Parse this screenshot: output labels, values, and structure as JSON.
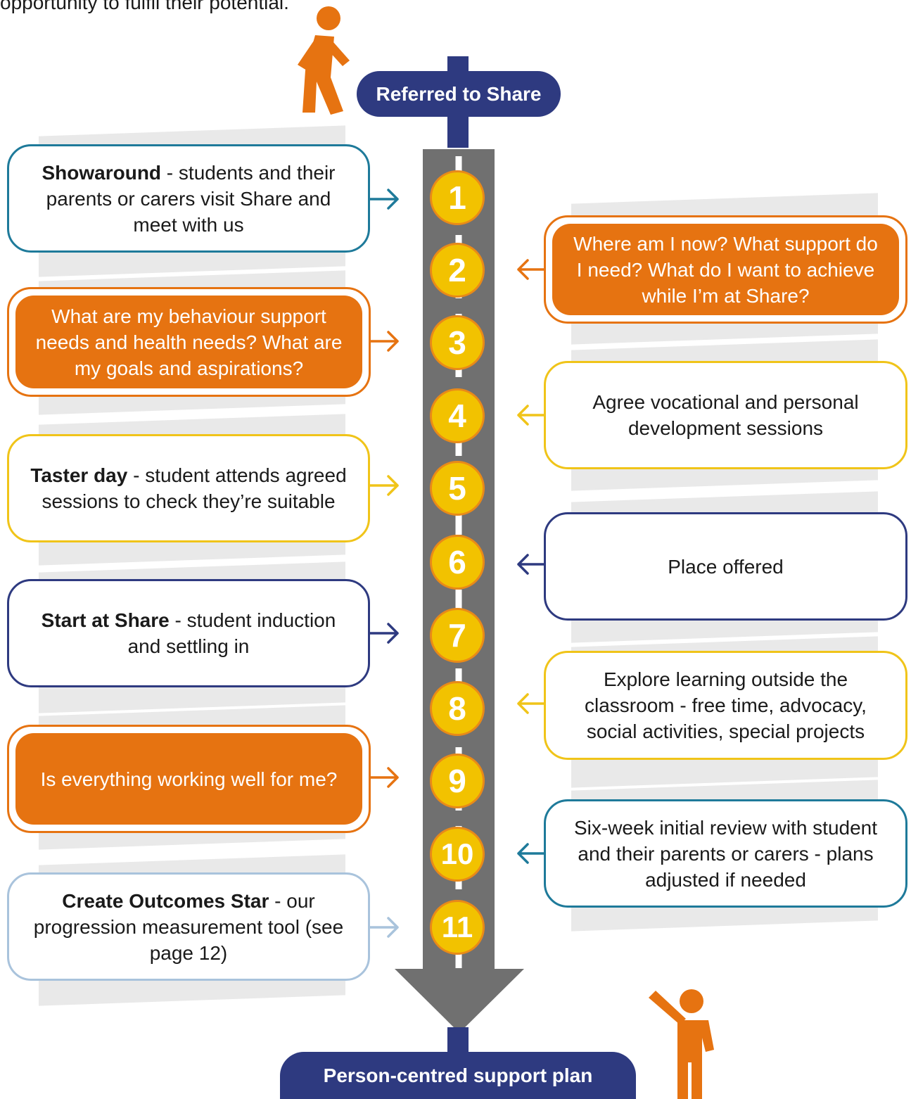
{
  "intro_text": "opportunity to fulfil their potential.",
  "start_label": "Referred to Share",
  "end_label": "Person-centred support plan",
  "steps": [
    {
      "number": "1",
      "bold": "Showaround",
      "text": " - students and their parents or carers visit Share and meet with us",
      "side": "left",
      "style": "outline",
      "color": "#1e7a9a"
    },
    {
      "number": "2",
      "bold": "",
      "text": "Where am I now? What support do I need? What do I want to achieve while I’m at Share?",
      "side": "right",
      "style": "filled",
      "color": "#e67311"
    },
    {
      "number": "3",
      "bold": "",
      "text": "What are my behaviour support needs and health needs? What are my goals and aspirations?",
      "side": "left",
      "style": "filled",
      "color": "#e67311"
    },
    {
      "number": "4",
      "bold": "",
      "text": "Agree vocational and personal development sessions",
      "side": "right",
      "style": "outline",
      "color": "#f0c419"
    },
    {
      "number": "5",
      "bold": "Taster day",
      "text": " - student attends agreed sessions to check they’re suitable",
      "side": "left",
      "style": "outline",
      "color": "#f0c419"
    },
    {
      "number": "6",
      "bold": "",
      "text": "Place offered",
      "side": "right",
      "style": "outline",
      "color": "#2e3a80"
    },
    {
      "number": "7",
      "bold": "Start at Share",
      "text": " - student induction and settling in",
      "side": "left",
      "style": "outline",
      "color": "#2e3a80"
    },
    {
      "number": "8",
      "bold": "",
      "text": "Explore learning outside the classroom - free time, advocacy, social activities, special projects",
      "side": "right",
      "style": "outline",
      "color": "#f0c419"
    },
    {
      "number": "9",
      "bold": "",
      "text": "Is everything working well for me?",
      "side": "left",
      "style": "filled",
      "color": "#e67311"
    },
    {
      "number": "10",
      "bold": "",
      "text": "Six-week initial review with student and their parents or carers - plans adjusted if needed",
      "side": "right",
      "style": "outline",
      "color": "#1e7a9a"
    },
    {
      "number": "11",
      "bold": "Create Outcomes Star",
      "text": "  - our progression measurement tool (see page 12)",
      "side": "left",
      "style": "outline",
      "color": "#a9c3dc"
    }
  ]
}
